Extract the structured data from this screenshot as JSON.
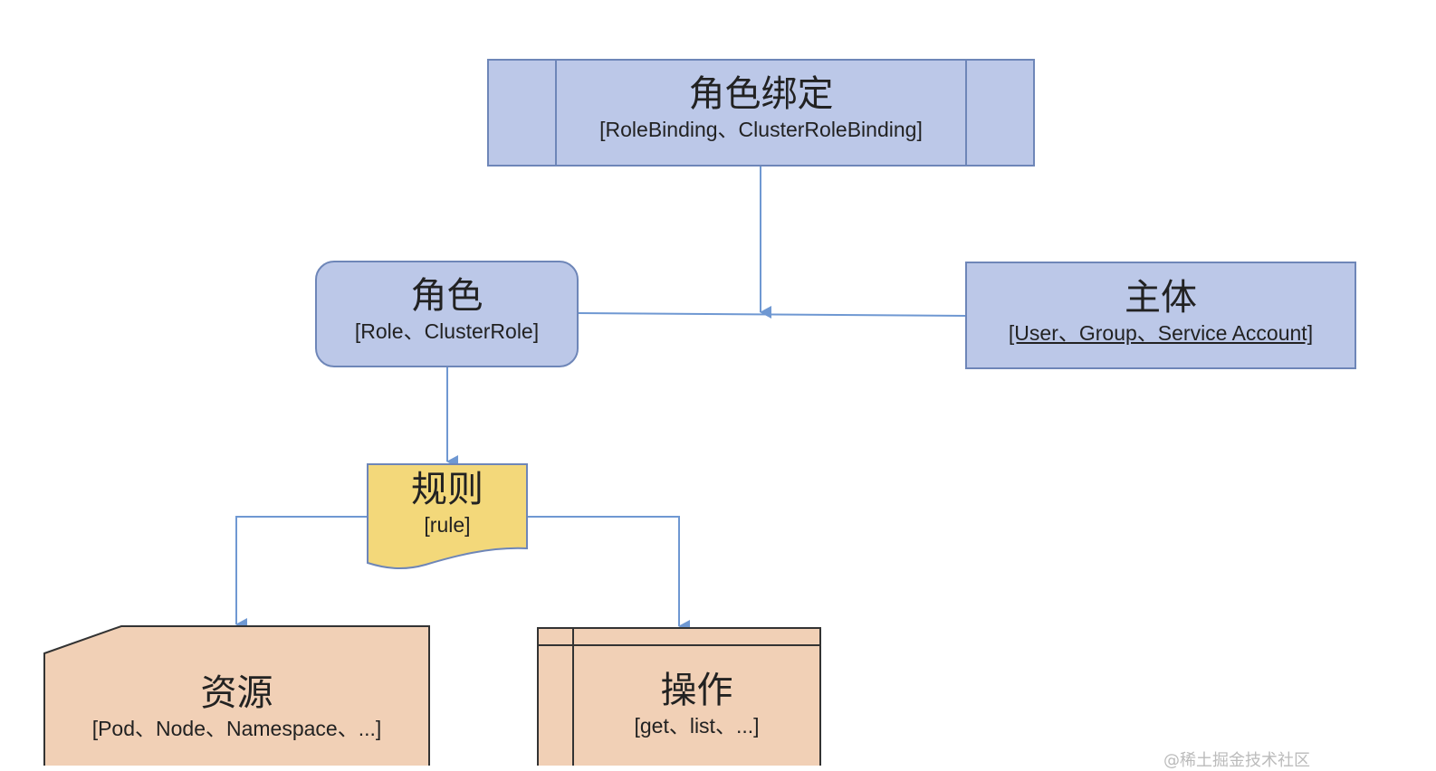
{
  "colors": {
    "blue_fill": "#BCC8E8",
    "blue_stroke": "#6E86B8",
    "yellow_fill": "#F3D87A",
    "peach_fill": "#F1D0B6",
    "connector": "#6F98D2",
    "dark_stroke": "#333333"
  },
  "nodes": {
    "role_binding": {
      "title": "角色绑定",
      "subtitle": "[RoleBinding、ClusterRoleBinding]",
      "shape": "predefined-process"
    },
    "role": {
      "title": "角色",
      "subtitle": "[Role、ClusterRole]",
      "shape": "rounded-rectangle"
    },
    "subject": {
      "title": "主体",
      "subtitle": "[User、Group、Service Account]",
      "shape": "rectangle"
    },
    "rule": {
      "title": "规则",
      "subtitle": "[rule]",
      "shape": "document"
    },
    "resource": {
      "title": "资源",
      "subtitle": "[Pod、Node、Namespace、...]",
      "shape": "manual-input"
    },
    "operation": {
      "title": "操作",
      "subtitle": "[get、list、...]",
      "shape": "internal-storage"
    }
  },
  "edges": [
    {
      "from": "role_binding",
      "to": "role-subject-link",
      "arrow": true
    },
    {
      "from": "role",
      "to": "subject",
      "arrow": false
    },
    {
      "from": "role",
      "to": "rule",
      "arrow": true
    },
    {
      "from": "rule",
      "to": "resource",
      "arrow": true
    },
    {
      "from": "rule",
      "to": "operation",
      "arrow": true
    }
  ],
  "watermark": "@稀土掘金技术社区"
}
